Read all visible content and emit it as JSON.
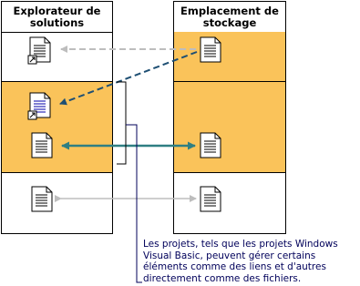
{
  "columns": {
    "left": {
      "title_line1": "Explorateur de",
      "title_line2": "solutions"
    },
    "right": {
      "title_line1": "Emplacement de",
      "title_line2": "stockage"
    }
  },
  "annotation": {
    "lines": [
      "Les projets, tels que les projets Windows",
      "Visual Basic, peuvent gérer certains",
      "éléments comme des liens et d'autres",
      "directement comme des fichiers."
    ]
  },
  "colors": {
    "highlight": "#fac35a",
    "link_arrow": "#1e4f73",
    "file_arrow": "#2f7f82",
    "inactive_arrow": "#bdbdbd",
    "annotation_text": "#00005a"
  },
  "icons": [
    "document-icon",
    "shortcut-document-icon",
    "bracket"
  ]
}
